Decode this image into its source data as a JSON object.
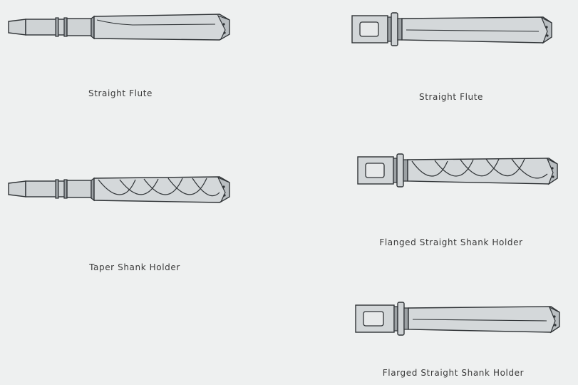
{
  "colors": {
    "background": "#eef0f0",
    "steel": "#cfd3d5",
    "steel_dark": "#9ca1a4",
    "outline": "#2f3336",
    "caption": "#3a3a3a"
  },
  "tools": [
    {
      "id": "taper-straight",
      "caption": "Straight Flute",
      "shank": "taper",
      "flute": "straight"
    },
    {
      "id": "flanged-straight-top",
      "caption": "Straight Flute",
      "shank": "flanged",
      "flute": "straight"
    },
    {
      "id": "taper-helical",
      "caption": "Taper Shank Holder",
      "shank": "taper",
      "flute": "helical"
    },
    {
      "id": "flanged-helical",
      "caption": "Flanged Straight Shank Holder",
      "shank": "flanged",
      "flute": "helical"
    },
    {
      "id": "flanged-straight-bottom",
      "caption": "Flarged Straight Shank Holder",
      "shank": "flanged",
      "flute": "straight"
    }
  ]
}
